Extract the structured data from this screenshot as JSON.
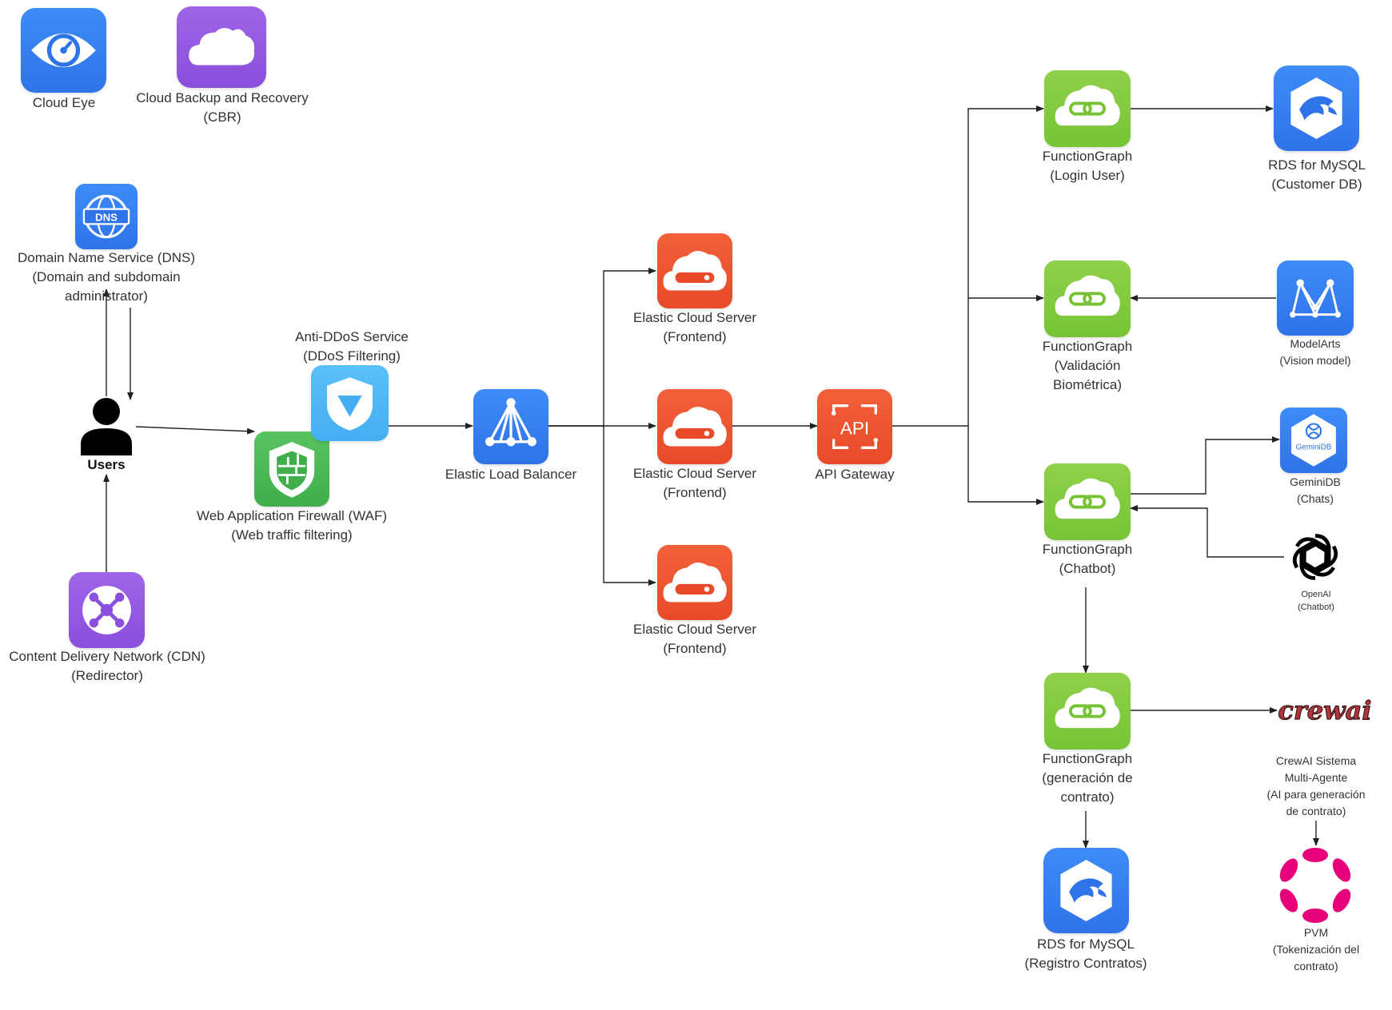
{
  "nodes": {
    "cloud_eye": {
      "label": "Cloud Eye",
      "icon": "eye-icon",
      "color": "#2f73e8"
    },
    "cbr": {
      "label": "Cloud Backup and Recovery\n(CBR)",
      "icon": "cloud-icon",
      "color": "#8a4fdc"
    },
    "dns": {
      "label": "Domain Name Service (DNS)\n(Domain and subdomain\nadministrator)",
      "icon": "dns-globe-icon",
      "color": "#2f73e8"
    },
    "users": {
      "label": "Users",
      "icon": "user-icon",
      "color": "#000000"
    },
    "cdn": {
      "label": "Content Delivery Network (CDN)\n(Redirector)",
      "icon": "network-hub-icon",
      "color": "#8a4fdc"
    },
    "anti_ddos": {
      "label": "Anti-DDoS Service\n(DDoS Filtering)",
      "icon": "shield-v-icon",
      "color": "#45aef2"
    },
    "waf": {
      "label": "Web Application Firewall (WAF)\n(Web traffic filtering)",
      "icon": "shield-wall-icon",
      "color": "#3fae4b"
    },
    "elb": {
      "label": "Elastic Load Balancer",
      "icon": "load-balancer-icon",
      "color": "#2f73e8"
    },
    "ecs_1": {
      "label": "Elastic Cloud Server\n(Frontend)",
      "icon": "cloud-server-icon",
      "color": "#e84a2a"
    },
    "ecs_2": {
      "label": "Elastic Cloud Server\n(Frontend)",
      "icon": "cloud-server-icon",
      "color": "#e84a2a"
    },
    "ecs_3": {
      "label": "Elastic Cloud Server\n(Frontend)",
      "icon": "cloud-server-icon",
      "color": "#e84a2a"
    },
    "api_gateway": {
      "label": "API Gateway",
      "icon": "api-icon",
      "icon_text": "API",
      "color": "#e84a2a"
    },
    "fg_login": {
      "label": "FunctionGraph\n(Login User)",
      "icon": "cloud-link-icon",
      "color": "#76c435"
    },
    "fg_bio": {
      "label": "FunctionGraph\n(Validación\nBiométrica)",
      "icon": "cloud-link-icon",
      "color": "#76c435"
    },
    "fg_chatbot": {
      "label": "FunctionGraph\n(Chatbot)",
      "icon": "cloud-link-icon",
      "color": "#76c435"
    },
    "fg_contract": {
      "label": "FunctionGraph\n(generación de\ncontrato)",
      "icon": "cloud-link-icon",
      "color": "#76c435"
    },
    "rds_customer": {
      "label": "RDS for MySQL\n(Customer DB)",
      "icon": "dolphin-icon",
      "color": "#2f73e8"
    },
    "modelarts": {
      "label": "ModelArts\n(Vision model)",
      "icon": "modelarts-icon",
      "color": "#2f73e8"
    },
    "geminidb": {
      "label": "GeminiDB\n(Chats)",
      "icon": "geminidb-icon",
      "icon_text": "GeminiDB",
      "color": "#2f73e8"
    },
    "openai": {
      "label": "OpenAI\n(Chatbot)",
      "icon": "openai-logo-icon",
      "color": "#000000"
    },
    "crewai": {
      "label": "CrewAI Sistema\nMulti-Agente\n(AI para generación\nde contrato)",
      "icon": "crewai-logo-icon",
      "logo_text": "crewai",
      "color": "#b0353a"
    },
    "pvm": {
      "label": "PVM\n(Tokenización del\ncontrato)",
      "icon": "polkadot-logo-icon",
      "color": "#e6007a"
    },
    "rds_contracts": {
      "label": "RDS for MySQL\n(Registro Contratos)",
      "icon": "dolphin-icon",
      "color": "#2f73e8"
    }
  },
  "edges": [
    {
      "from": "users",
      "to": "dns"
    },
    {
      "from": "dns",
      "to": "users"
    },
    {
      "from": "cdn",
      "to": "users"
    },
    {
      "from": "users",
      "to": "waf"
    },
    {
      "from": "anti_ddos",
      "to": "elb"
    },
    {
      "from": "elb",
      "to": "ecs_1"
    },
    {
      "from": "elb",
      "to": "ecs_2"
    },
    {
      "from": "elb",
      "to": "ecs_3"
    },
    {
      "from": "ecs_2",
      "to": "api_gateway"
    },
    {
      "from": "api_gateway",
      "to": "fg_login"
    },
    {
      "from": "api_gateway",
      "to": "fg_bio"
    },
    {
      "from": "api_gateway",
      "to": "fg_chatbot"
    },
    {
      "from": "fg_login",
      "to": "rds_customer"
    },
    {
      "from": "modelarts",
      "to": "fg_bio"
    },
    {
      "from": "fg_chatbot",
      "to": "geminidb"
    },
    {
      "from": "openai",
      "to": "fg_chatbot"
    },
    {
      "from": "fg_chatbot",
      "to": "fg_contract"
    },
    {
      "from": "fg_contract",
      "to": "crewai"
    },
    {
      "from": "fg_contract",
      "to": "rds_contracts"
    },
    {
      "from": "crewai",
      "to": "pvm"
    }
  ]
}
